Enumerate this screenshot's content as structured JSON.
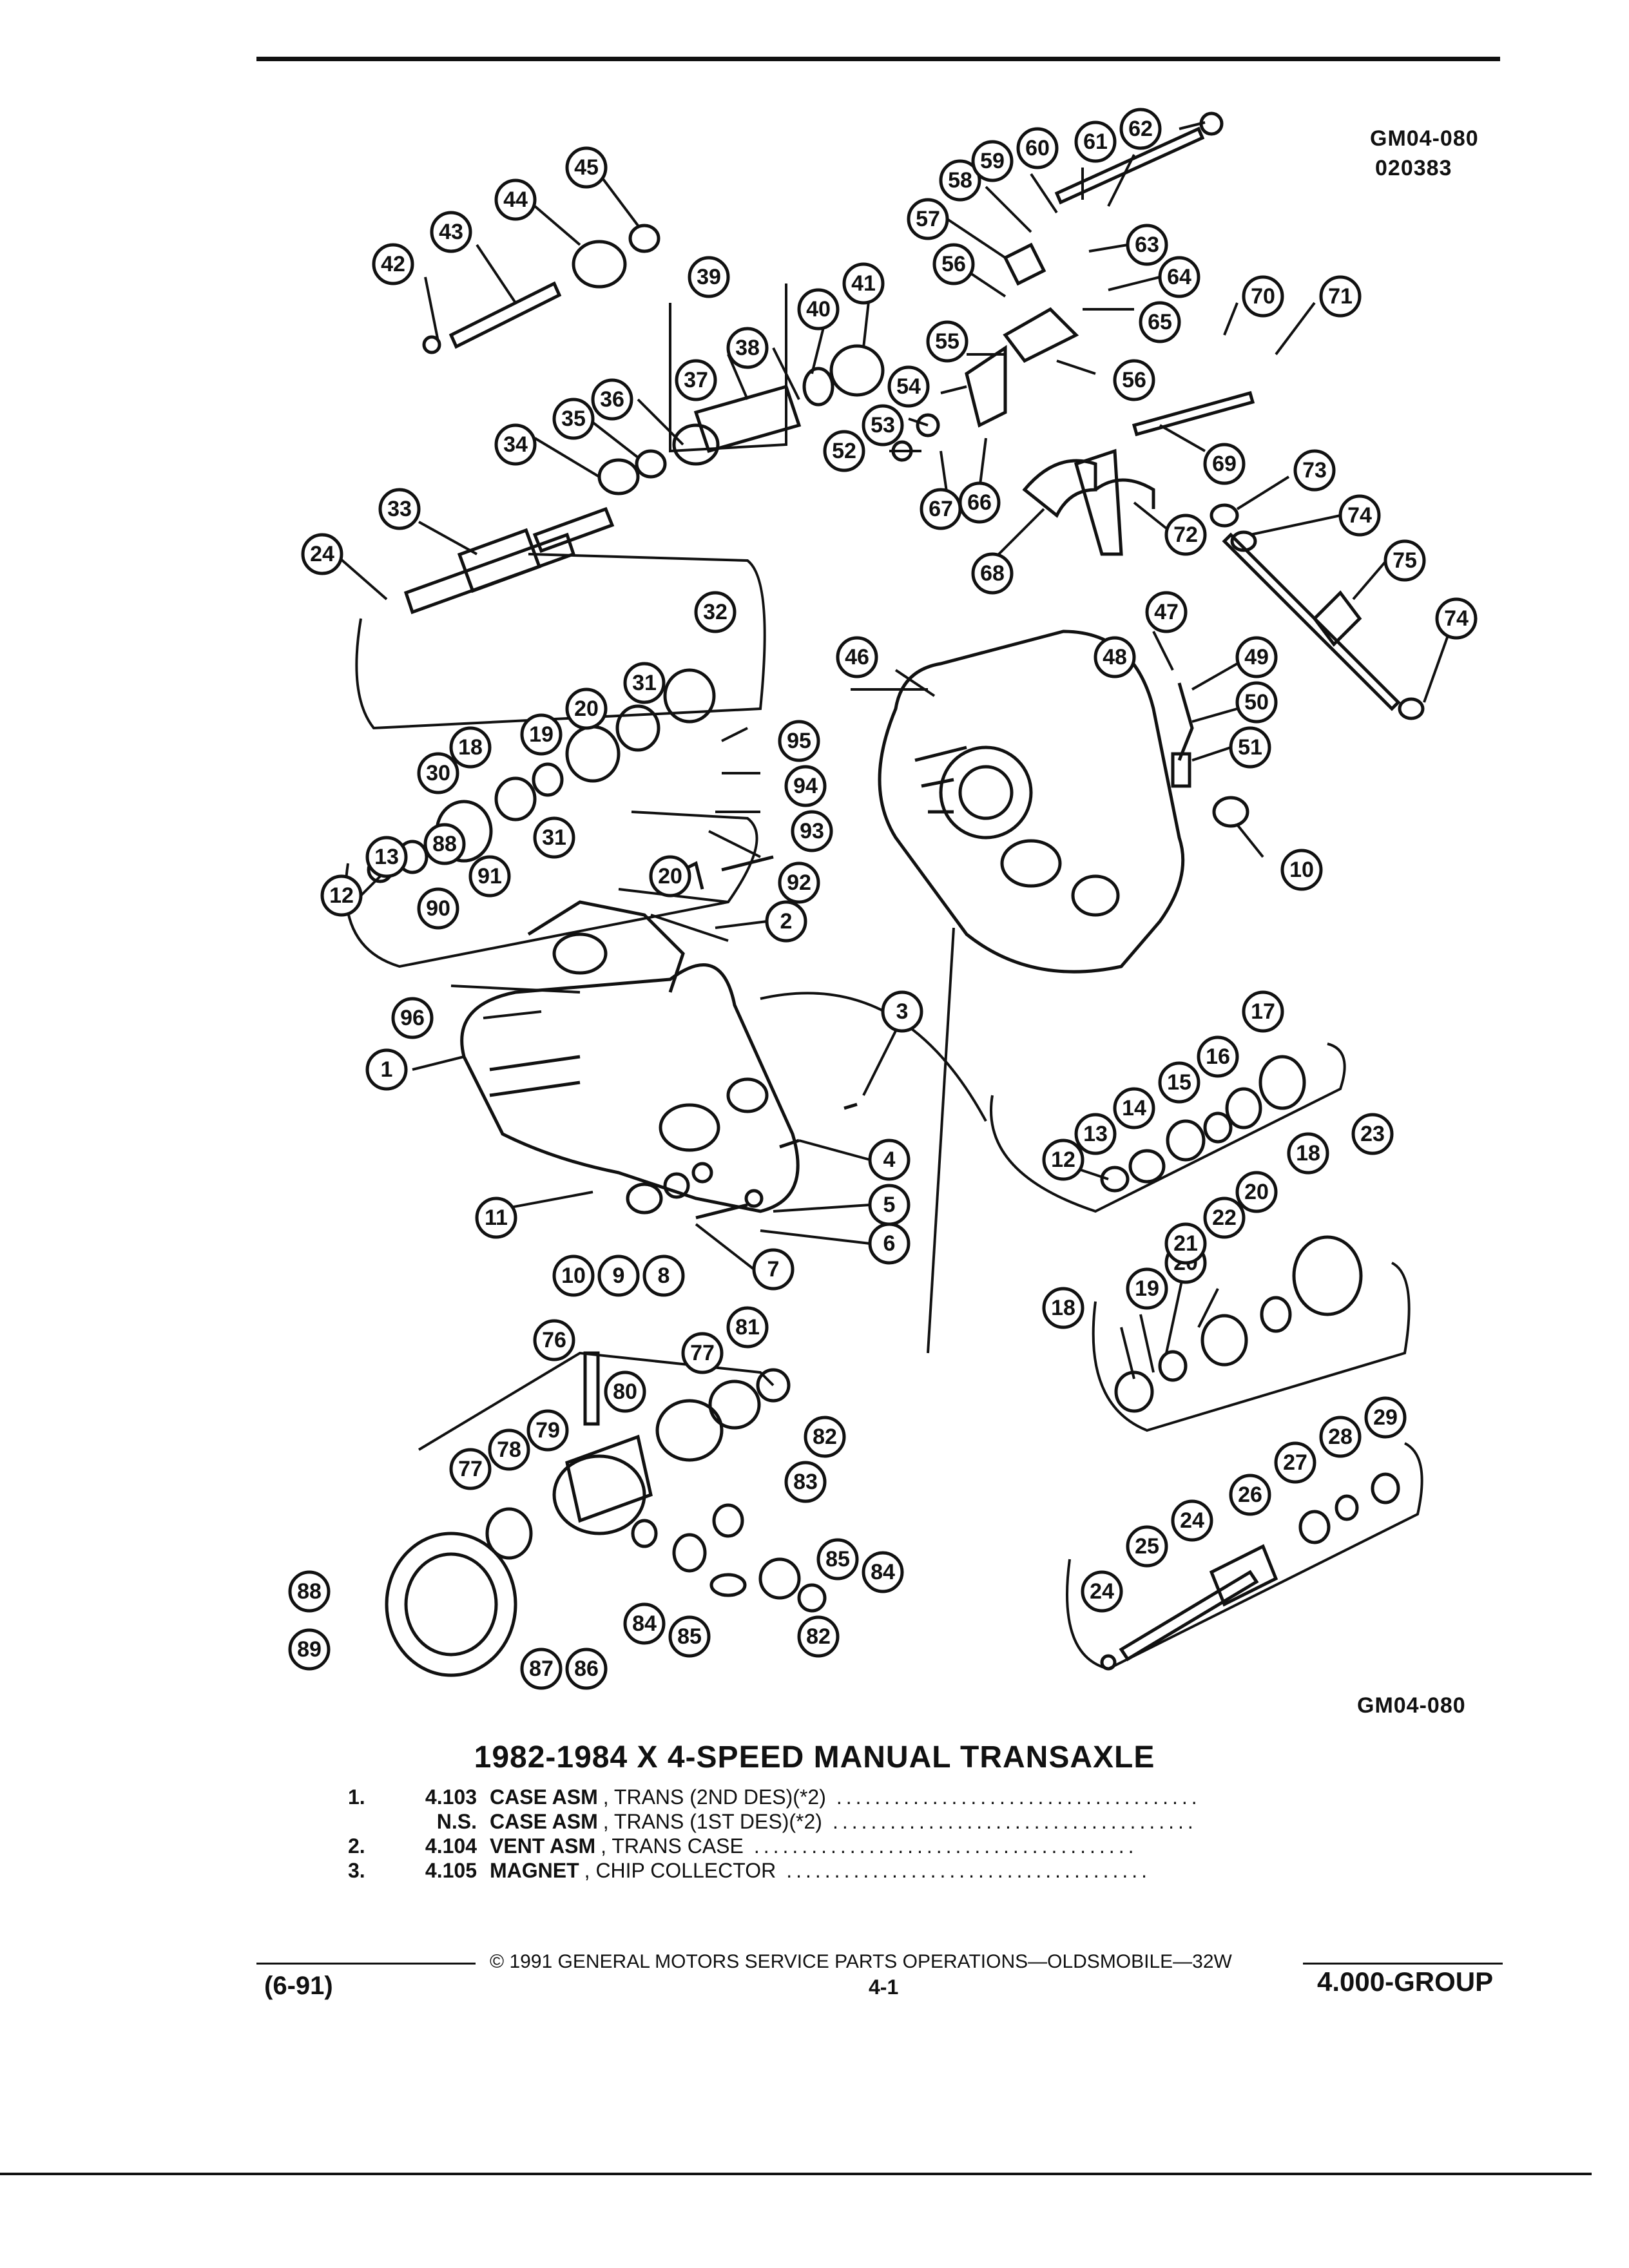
{
  "codes": {
    "top_code": "GM04-080",
    "top_date": "020383",
    "bottom_code": "GM04-080"
  },
  "title": "1982-1984 X 4-SPEED MANUAL TRANSAXLE",
  "legend": [
    {
      "index": "1.",
      "part_no": "4.103",
      "name": "CASE ASM",
      "desc": ", TRANS (2ND DES)(*2)"
    },
    {
      "index": "",
      "part_no": "N.S.",
      "name": "CASE ASM",
      "desc": ", TRANS (1ST DES)(*2)"
    },
    {
      "index": "2.",
      "part_no": "4.104",
      "name": "VENT ASM",
      "desc": ", TRANS CASE"
    },
    {
      "index": "3.",
      "part_no": "4.105",
      "name": "MAGNET",
      "desc": ", CHIP COLLECTOR"
    }
  ],
  "footer": {
    "copyright": "© 1991 GENERAL MOTORS SERVICE PARTS OPERATIONS—OLDSMOBILE—32W",
    "date_code": "(6-91)",
    "page": "4-1",
    "group": "4.000-GROUP"
  },
  "callouts": [
    {
      "label": "1"
    },
    {
      "label": "2"
    },
    {
      "label": "3"
    },
    {
      "label": "4"
    },
    {
      "label": "5"
    },
    {
      "label": "6"
    },
    {
      "label": "7"
    },
    {
      "label": "8"
    },
    {
      "label": "9"
    },
    {
      "label": "10"
    },
    {
      "label": "10"
    },
    {
      "label": "11"
    },
    {
      "label": "12"
    },
    {
      "label": "12"
    },
    {
      "label": "13"
    },
    {
      "label": "13"
    },
    {
      "label": "14"
    },
    {
      "label": "15"
    },
    {
      "label": "16"
    },
    {
      "label": "17"
    },
    {
      "label": "18"
    },
    {
      "label": "18"
    },
    {
      "label": "18"
    },
    {
      "label": "19"
    },
    {
      "label": "19"
    },
    {
      "label": "20"
    },
    {
      "label": "20"
    },
    {
      "label": "20"
    },
    {
      "label": "20"
    },
    {
      "label": "21"
    },
    {
      "label": "22"
    },
    {
      "label": "23"
    },
    {
      "label": "24"
    },
    {
      "label": "24"
    },
    {
      "label": "24"
    },
    {
      "label": "25"
    },
    {
      "label": "26"
    },
    {
      "label": "27"
    },
    {
      "label": "28"
    },
    {
      "label": "29"
    },
    {
      "label": "30"
    },
    {
      "label": "31"
    },
    {
      "label": "32"
    },
    {
      "label": "33"
    },
    {
      "label": "34"
    },
    {
      "label": "35"
    },
    {
      "label": "36"
    },
    {
      "label": "37"
    },
    {
      "label": "38"
    },
    {
      "label": "39"
    },
    {
      "label": "40"
    },
    {
      "label": "41"
    },
    {
      "label": "42"
    },
    {
      "label": "43"
    },
    {
      "label": "44"
    },
    {
      "label": "45"
    },
    {
      "label": "46"
    },
    {
      "label": "47"
    },
    {
      "label": "48"
    },
    {
      "label": "49"
    },
    {
      "label": "50"
    },
    {
      "label": "51"
    },
    {
      "label": "52"
    },
    {
      "label": "53"
    },
    {
      "label": "54"
    },
    {
      "label": "55"
    },
    {
      "label": "56"
    },
    {
      "label": "56"
    },
    {
      "label": "57"
    },
    {
      "label": "58"
    },
    {
      "label": "59"
    },
    {
      "label": "60"
    },
    {
      "label": "61"
    },
    {
      "label": "62"
    },
    {
      "label": "63"
    },
    {
      "label": "64"
    },
    {
      "label": "65"
    },
    {
      "label": "66"
    },
    {
      "label": "67"
    },
    {
      "label": "68"
    },
    {
      "label": "69"
    },
    {
      "label": "70"
    },
    {
      "label": "71"
    },
    {
      "label": "72"
    },
    {
      "label": "73"
    },
    {
      "label": "74"
    },
    {
      "label": "74"
    },
    {
      "label": "75"
    },
    {
      "label": "76"
    },
    {
      "label": "77"
    },
    {
      "label": "77"
    },
    {
      "label": "78"
    },
    {
      "label": "79"
    },
    {
      "label": "80"
    },
    {
      "label": "81"
    },
    {
      "label": "82"
    },
    {
      "label": "82"
    },
    {
      "label": "83"
    },
    {
      "label": "84"
    },
    {
      "label": "84"
    },
    {
      "label": "85"
    },
    {
      "label": "85"
    },
    {
      "label": "86"
    },
    {
      "label": "87"
    },
    {
      "label": "88"
    },
    {
      "label": "89"
    },
    {
      "label": "90"
    },
    {
      "label": "91"
    },
    {
      "label": "92"
    },
    {
      "label": "93"
    },
    {
      "label": "94"
    },
    {
      "label": "95"
    },
    {
      "label": "96"
    },
    {
      "label": "31"
    },
    {
      "label": "88"
    }
  ]
}
